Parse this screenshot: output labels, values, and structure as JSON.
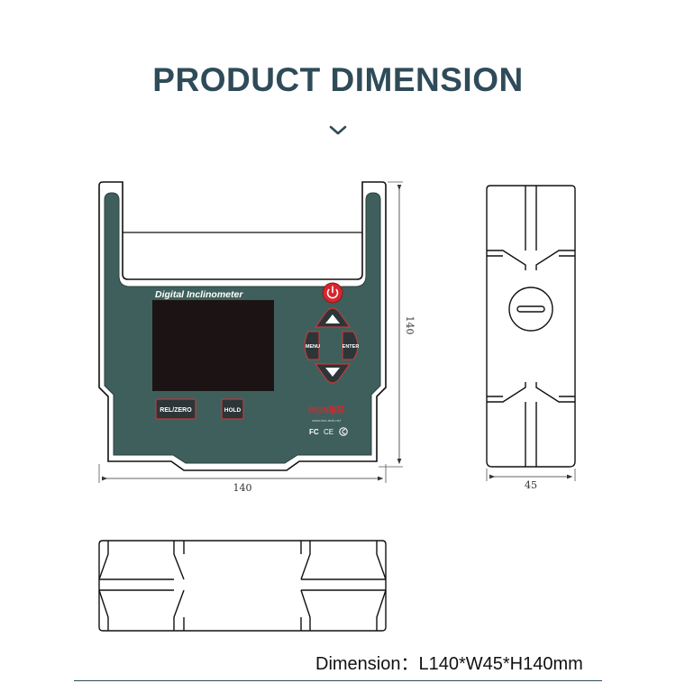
{
  "header": {
    "title": "PRODUCT DIMENSION",
    "chevron_icon": "chevron-down-icon"
  },
  "front_view": {
    "device_label": "Digital Inclinometer",
    "buttons": {
      "power_icon": "power-icon",
      "up_icon": "arrow-up-icon",
      "down_icon": "arrow-down-icon",
      "menu": "MENU",
      "enter": "ENTER",
      "rel_zero": "REL/ZERO",
      "hold": "HOLD"
    },
    "brand": "RION瑞芬",
    "website": "www.rion-tech.net",
    "certifications": [
      "FC",
      "CE",
      "RoHS"
    ],
    "width_label": "140",
    "height_label": "140"
  },
  "side_view": {
    "depth_label": "45"
  },
  "footer": {
    "dimension_text": "Dimension：L140*W45*H140mm"
  },
  "colors": {
    "title": "#2f4b59",
    "device_body": "#3f5f5c",
    "power_button": "#d8262c",
    "button_outline": "#c23a3a",
    "outline": "#111111"
  }
}
